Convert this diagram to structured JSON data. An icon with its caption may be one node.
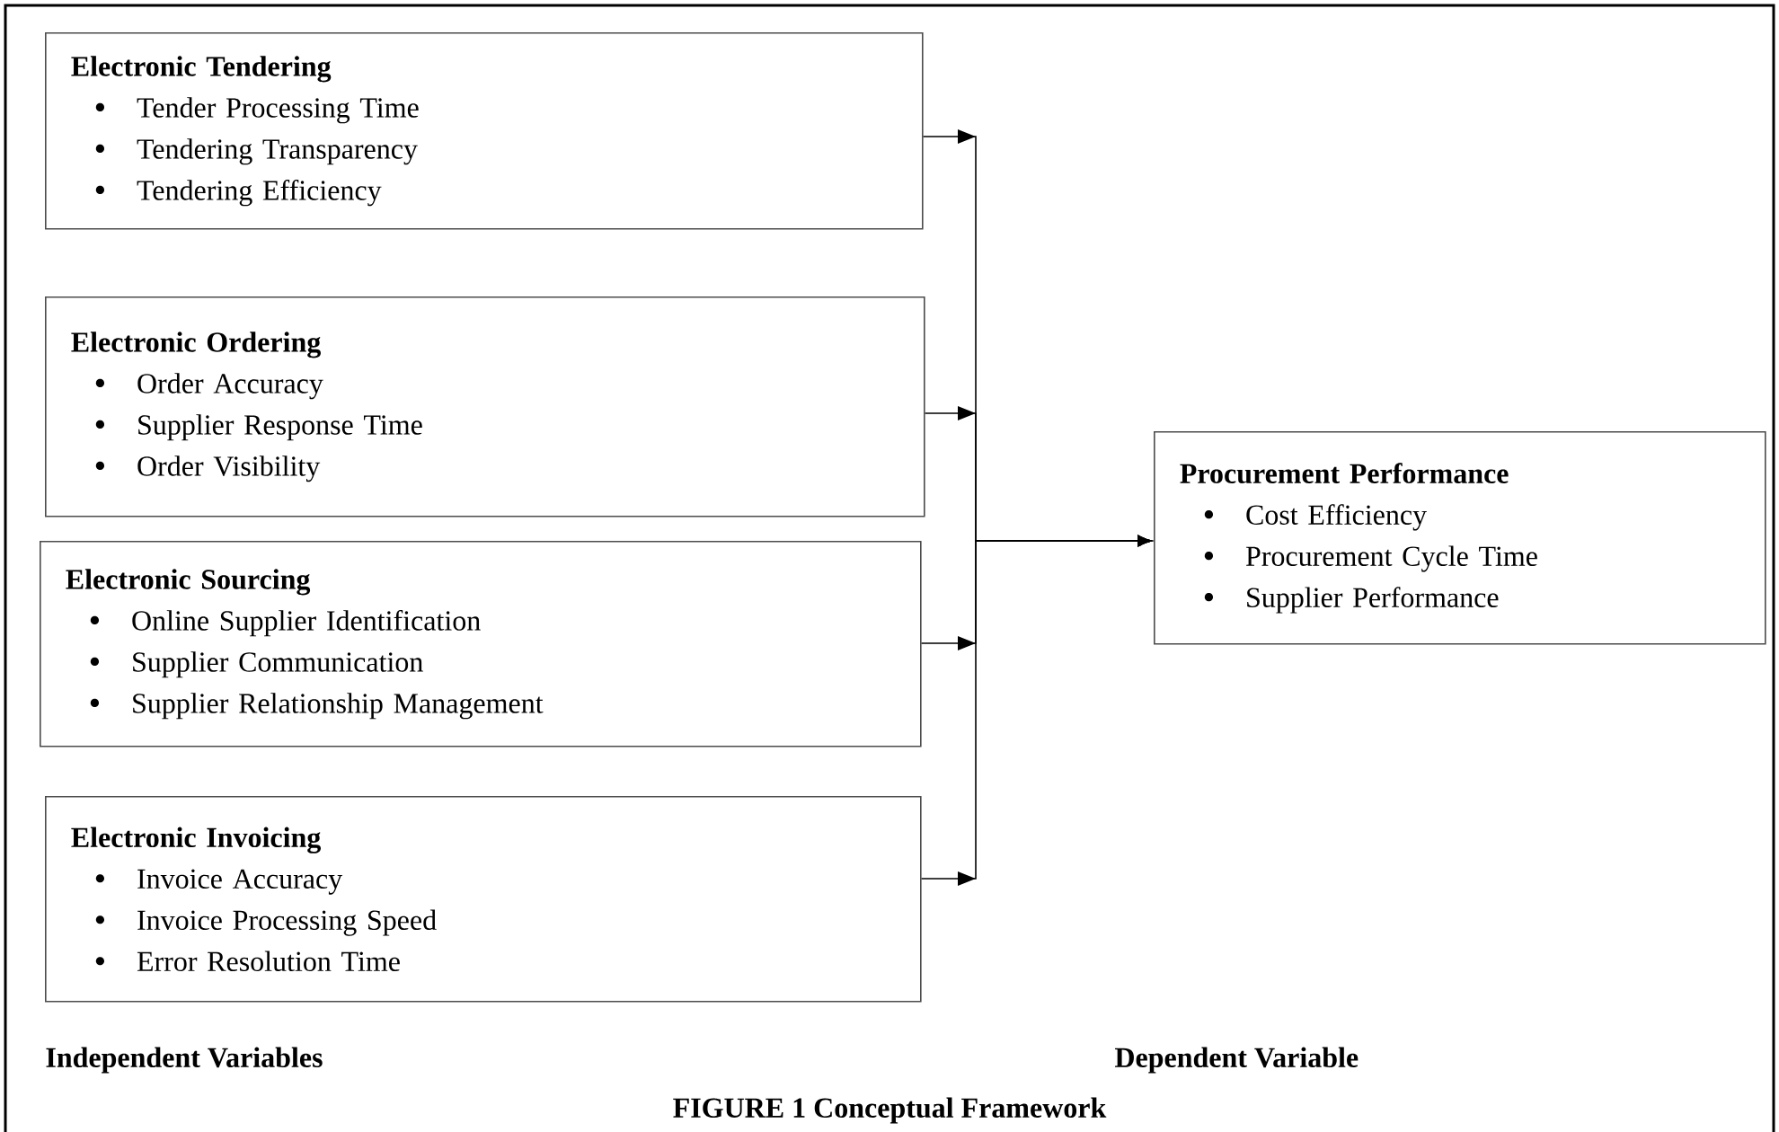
{
  "diagram": {
    "caption": "FIGURE 1 Conceptual Framework",
    "nodes": [
      {
        "text": [
          "Electronic Tendering",
          "Tender Processing Time",
          "Tendering Transparency",
          "Tendering Efficiency"
        ]
      },
      {
        "text": [
          "Electronic Ordering",
          "Order Accuracy",
          "Supplier Response Time",
          "Order Visibility"
        ]
      },
      {
        "text": [
          "Electronic Sourcing",
          "Online Supplier Identification",
          "Supplier Communication",
          "Supplier Relationship Management"
        ]
      },
      {
        "text": [
          "Electronic Invoicing",
          "Invoice Accuracy",
          "Invoice Processing Speed",
          "Error Resolution Time"
        ]
      },
      {
        "text": [
          "Procurement Performance",
          "Cost Efficiency",
          "Procurement Cycle Time",
          "Supplier Performance"
        ]
      }
    ],
    "edges": [
      {
        "from": 0,
        "to": 4,
        "arrow": "to"
      },
      {
        "from": 1,
        "to": 4,
        "arrow": "to"
      },
      {
        "from": 2,
        "to": 4,
        "arrow": "to"
      },
      {
        "from": 3,
        "to": 4,
        "arrow": "to"
      }
    ],
    "labels": [
      "Independent Variables",
      "Dependent Variable"
    ]
  }
}
